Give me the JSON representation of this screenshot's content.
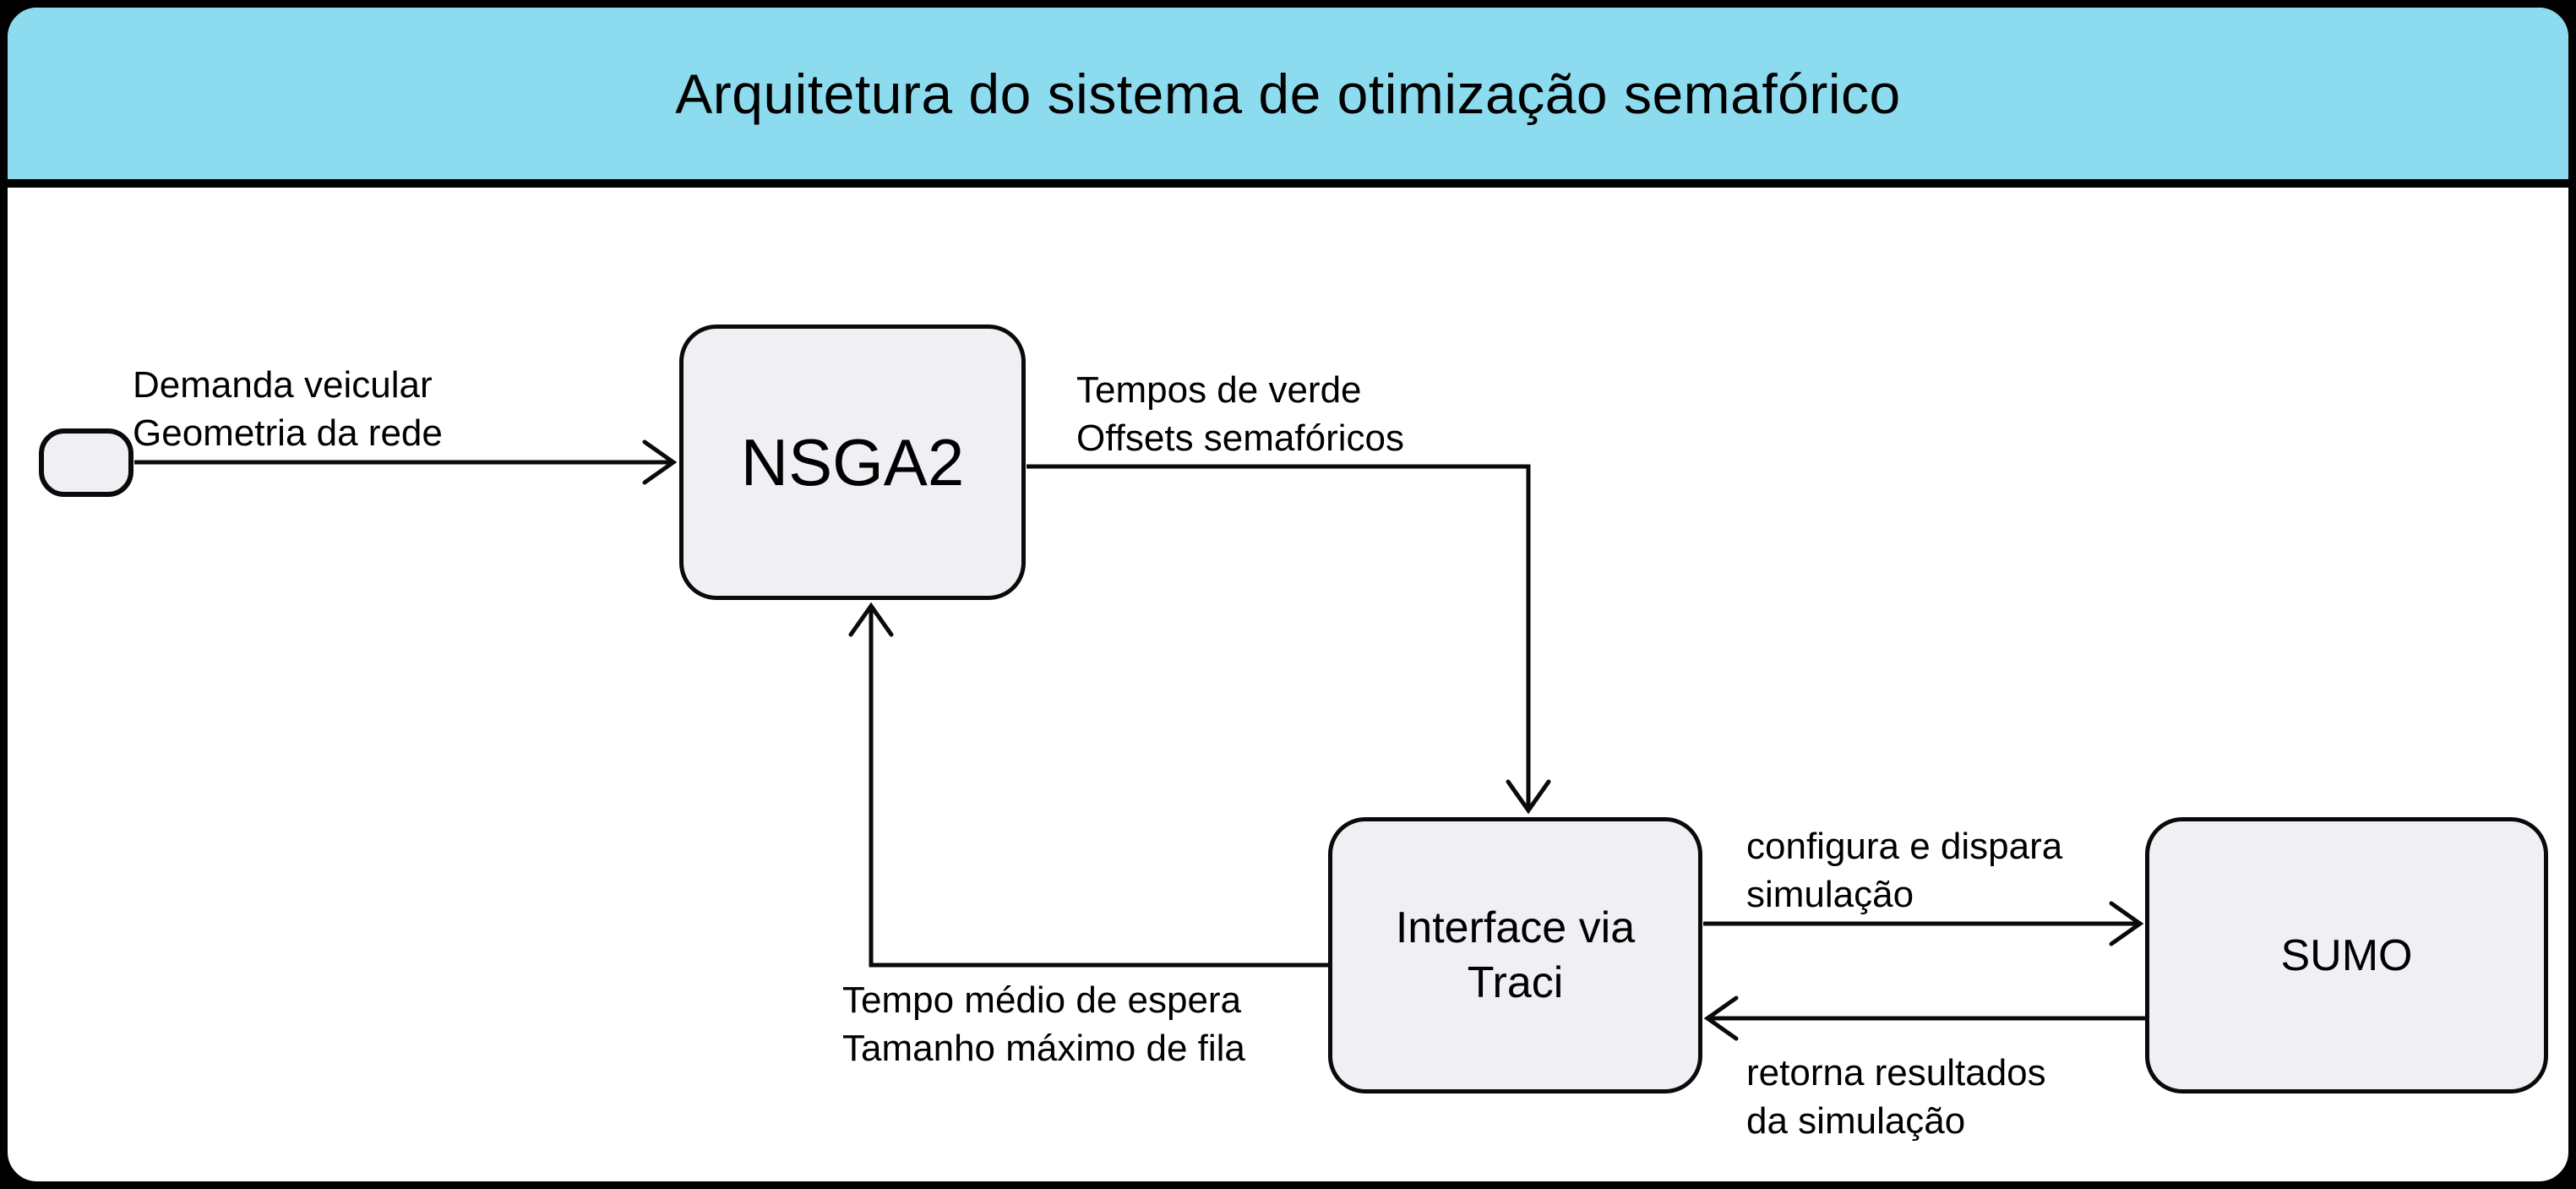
{
  "title": "Arquitetura do sistema de otimização semafórico",
  "nodes": {
    "start": {
      "label": ""
    },
    "nsga2": {
      "label": "NSGA2"
    },
    "interface_traci": {
      "label": "Interface via Traci"
    },
    "sumo": {
      "label": "SUMO"
    }
  },
  "edges": {
    "input_to_nsga2": {
      "lines": [
        "Demanda veicular",
        "Geometria da rede"
      ]
    },
    "nsga2_to_interface": {
      "lines": [
        "Tempos de verde",
        "Offsets semafóricos"
      ]
    },
    "interface_to_sumo": {
      "lines": [
        "configura e dispara",
        "simulação"
      ]
    },
    "sumo_to_interface": {
      "lines": [
        "retorna resultados",
        "da simulação"
      ]
    },
    "interface_to_nsga2": {
      "lines": [
        "Tempo médio de espera",
        "Tamanho máximo de fila"
      ]
    }
  },
  "colors": {
    "header_bg": "#8DDBEF",
    "node_fill": "#EFEFF4",
    "line": "#0A0A0A",
    "text": "#000000",
    "canvas_bg": "#FFFFFF"
  }
}
